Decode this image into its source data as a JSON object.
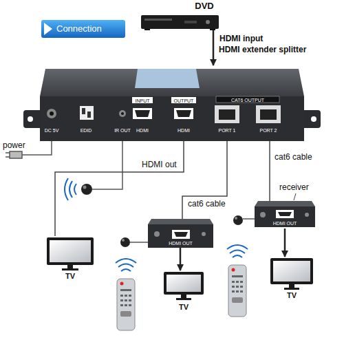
{
  "diagram": {
    "title": "Connection",
    "nodes": [
      {
        "text": [
          "DVD"
        ]
      },
      {
        "text": [
          "DC 5V",
          "EDID",
          "IR OUT",
          "INPUT",
          "HDMI",
          "OUTPUT",
          "HDMI",
          "CAT6 OUTPUT",
          "PORT 1",
          "PORT 2"
        ]
      },
      {
        "text": [
          "TV"
        ]
      },
      {
        "text": [
          "HDMI OUT"
        ]
      },
      {
        "text": [
          "TV"
        ]
      },
      {
        "text": [
          "receiver",
          "HDMI OUT"
        ]
      },
      {
        "text": [
          "TV"
        ]
      }
    ],
    "edges": [
      {
        "from": 0,
        "to": 1,
        "label": "HDMI input",
        "arrow": "to"
      },
      {
        "from": 1,
        "to": 2,
        "label": "HDMI out",
        "arrow": "none"
      },
      {
        "from": 1,
        "to": 3,
        "label": "cat6 cable",
        "arrow": "none"
      },
      {
        "from": 1,
        "to": 5,
        "label": "cat6 cable",
        "arrow": "none"
      },
      {
        "from": 3,
        "to": 4,
        "arrow": "to"
      },
      {
        "from": 5,
        "to": 6,
        "arrow": "to"
      }
    ],
    "labels": [
      "HDMI extender splitter",
      "power"
    ]
  }
}
